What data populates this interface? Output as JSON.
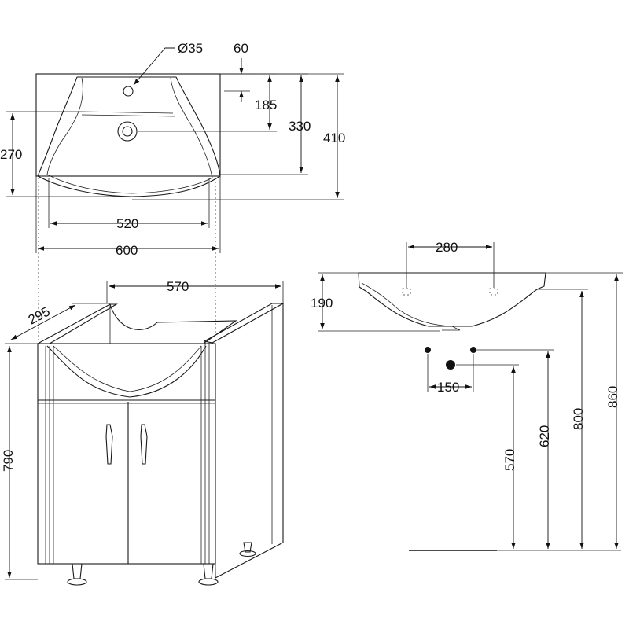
{
  "labels": {
    "hole_diameter": "Ø35",
    "hole_offset": "60",
    "top_to_hole": "185",
    "top_to_bowl": "330",
    "basin_depth": "410",
    "bowl_side": "270",
    "bowl_width": "520",
    "basin_width": "600",
    "cabinet_width": "570",
    "cabinet_depth": "295",
    "cabinet_height": "790",
    "tap_spacing": "280",
    "basin_height": "190",
    "pipe_spacing": "150",
    "outlet_height": "570",
    "supply_height": "620",
    "cabinet_top_height": "800",
    "total_height": "860"
  }
}
